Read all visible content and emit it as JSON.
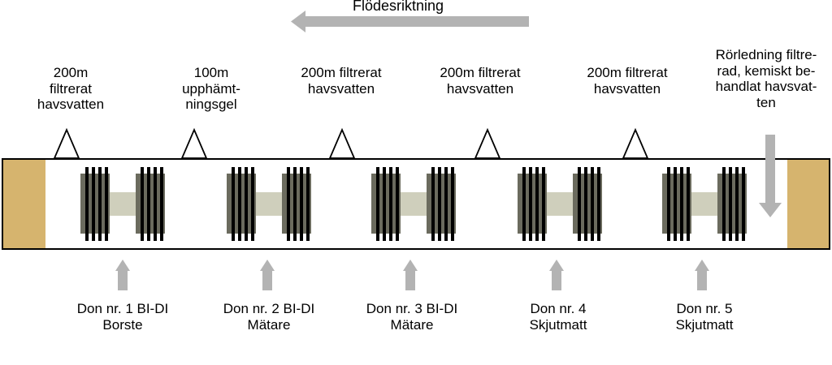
{
  "flow_label": "Flödesriktning",
  "top_labels": [
    "200m\nfiltrerat\nhavsvatten",
    "100m\nupphämt-\nningsgel",
    "200m filtrerat\nhavsvatten",
    "200m filtrerat\nhavsvatten",
    "200m filtrerat\nhavsvatten",
    "Rörledning filtre-\nrad, kemiskt be-\nhandlat havsvat-\nten"
  ],
  "devices": [
    {
      "label": "Don nr. 1 BI-DI\nBorste"
    },
    {
      "label": "Don nr. 2 BI-DI\nMätare"
    },
    {
      "label": "Don nr. 3 BI-DI\nMätare"
    },
    {
      "label": "Don nr. 4\nSkjutmatt"
    },
    {
      "label": "Don nr. 5\nSkjutmatt"
    }
  ],
  "colors": {
    "arrow_gray": "#b3b3b3",
    "end_cap": "#d6b46e",
    "pig_body": "#6b6b5e",
    "pig_connector": "#cfcfbc",
    "disc": "#000000"
  }
}
